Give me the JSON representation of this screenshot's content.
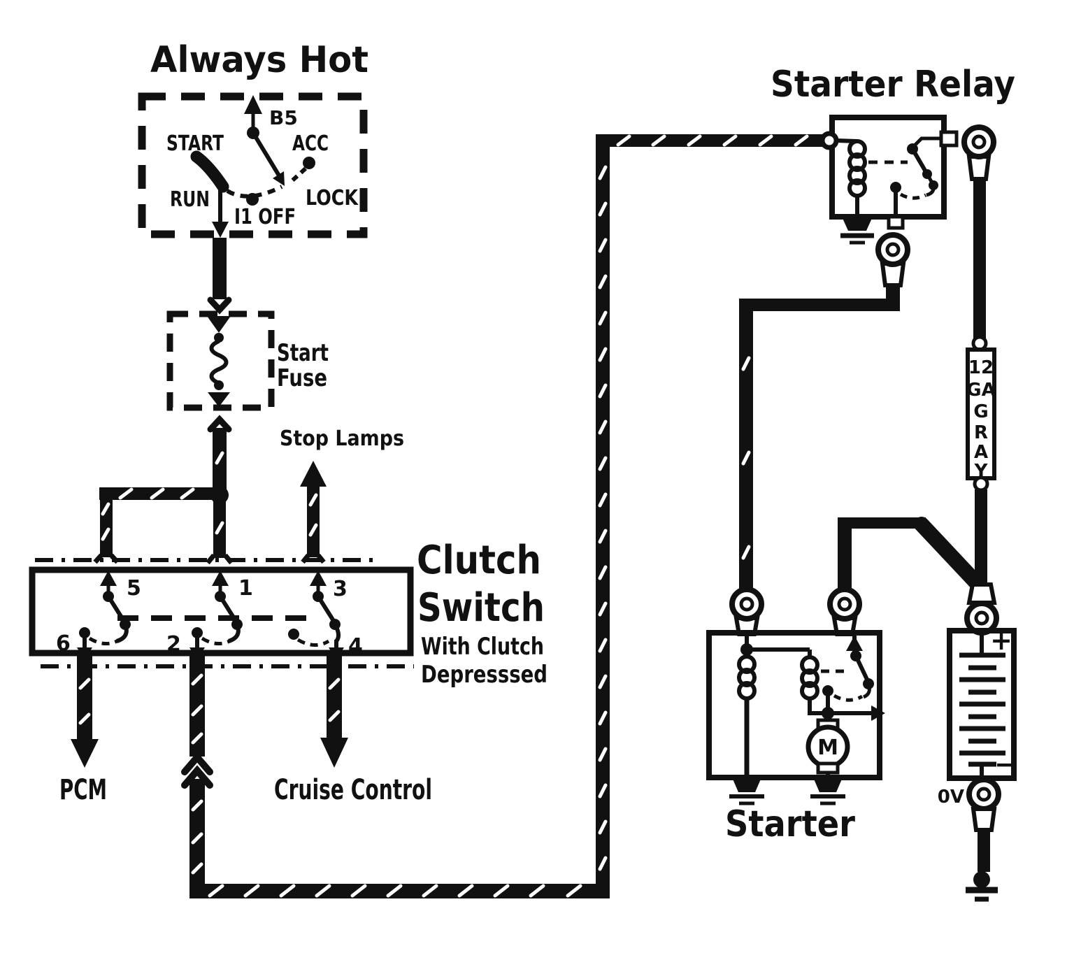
{
  "titles": {
    "always_hot": "Always Hot",
    "starter_relay": "Starter Relay",
    "starter": "Starter"
  },
  "ignition_switch": {
    "b5": "B5",
    "start": "START",
    "acc": "ACC",
    "run": "RUN",
    "lock": "LOCK",
    "i1_off": "I1 OFF"
  },
  "start_fuse": {
    "line1": "Start",
    "line2": "Fuse"
  },
  "stop_lamps": {
    "label": "Stop Lamps"
  },
  "clutch_switch": {
    "title_line1": "Clutch",
    "title_line2": "Switch",
    "note_line1": "With Clutch",
    "note_line2": "Depresssed",
    "top_terminals": [
      "5",
      "1",
      "3"
    ],
    "bottom_terminals": [
      "6",
      "2",
      "4"
    ]
  },
  "outputs": {
    "pcm": "PCM",
    "cruise_control": "Cruise Control"
  },
  "wire_gauge": {
    "lines": [
      "12",
      "GA",
      "G",
      "R",
      "A",
      "Y"
    ]
  },
  "battery": {
    "positive": "+",
    "negative": "−",
    "voltage": "0V"
  },
  "starter_motor": {
    "letter": "M"
  },
  "colors": {
    "ink": "#111111",
    "paper": "#ffffff"
  }
}
